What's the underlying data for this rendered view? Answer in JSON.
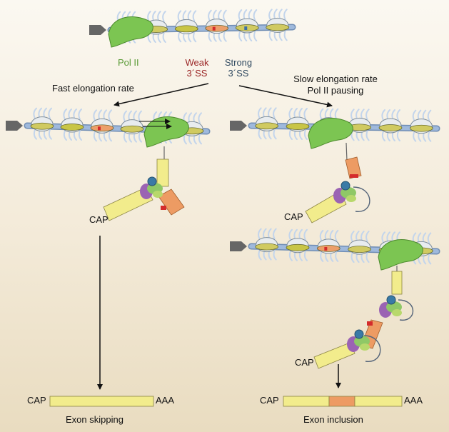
{
  "labels": {
    "pol2": "Pol II",
    "weak_line1": "Weak",
    "weak_line2": "3´SS",
    "strong_line1": "Strong",
    "strong_line2": "3´SS",
    "fast": "Fast elongation rate",
    "slow_line1": "Slow elongation rate",
    "slow_line2": "Pol II pausing",
    "cap1": "CAP",
    "cap2": "CAP",
    "cap3": "CAP",
    "cap4": "CAP",
    "cap5": "CAP",
    "aaa1": "AAA",
    "aaa2": "AAA",
    "skipping": "Exon skipping",
    "inclusion": "Exon inclusion"
  },
  "colors": {
    "pol2": "#7cc552",
    "weak": "#d42b2b",
    "strong": "#3d6fa5",
    "exon": "#f2ec8c",
    "alt_exon": "#ed9b63",
    "dna": "#9fb9dc",
    "nucleosome": "#e8ecef",
    "histone_tail": "#c3d5ec",
    "arrow": "#666666"
  }
}
